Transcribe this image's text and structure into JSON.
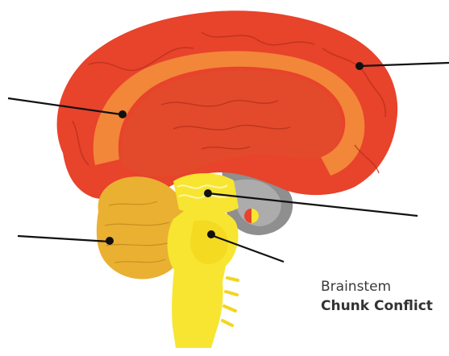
{
  "diagram": {
    "caption_region": "Brainstem",
    "caption_label": "Chunk Conflict",
    "colors": {
      "cortex": "#e8432b",
      "cortex_dark": "#c8321f",
      "cingulate": "#f28a3a",
      "cerebellum": "#e9b032",
      "brainstem": "#f7e531",
      "midbrain": "#f7e531",
      "background_tissue": "#8a8a8a",
      "leader_line": "#111111"
    },
    "icons": [
      "brain-sagittal-illustration"
    ]
  }
}
